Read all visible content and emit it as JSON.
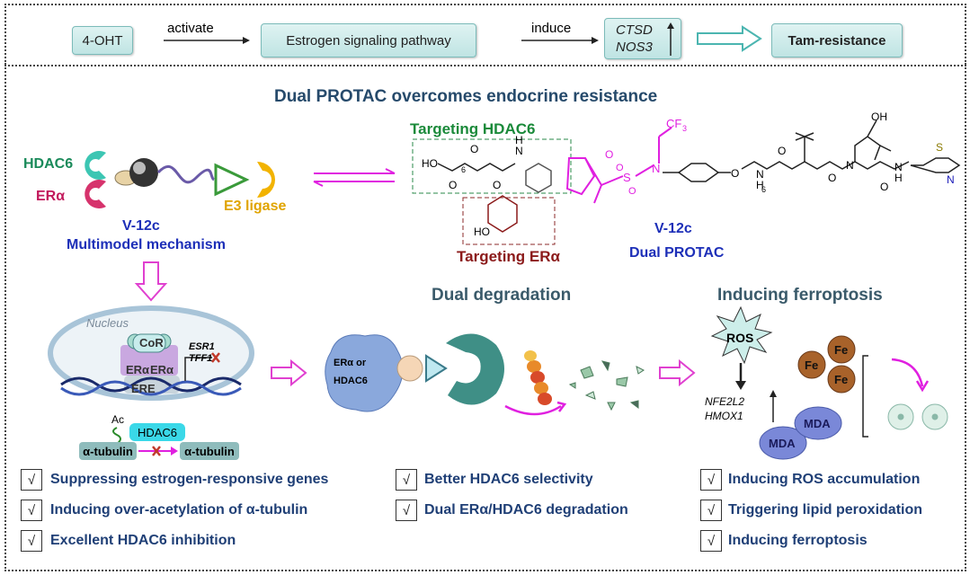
{
  "top_flow": {
    "start": "4-OHT",
    "activate": "activate",
    "pathway": "Estrogen signaling pathway",
    "induce": "induce",
    "genes": [
      "CTSD",
      "NOS3"
    ],
    "result": "Tam-resistance"
  },
  "main_title": "Dual PROTAC overcomes endocrine resistance",
  "mechanism": {
    "hdac6": "HDAC6",
    "era": "ERα",
    "e3": "E3 ligase",
    "compound": "V-12c",
    "subtitle": "Multimodel mechanism"
  },
  "structure": {
    "targeting_hdac6": "Targeting HDAC6",
    "targeting_era": "Targeting ERα",
    "compound": "V-12c",
    "subtitle": "Dual PROTAC"
  },
  "sections": {
    "degradation": "Dual degradation",
    "ferroptosis": "Inducing ferroptosis"
  },
  "nucleus": {
    "label": "Nucleus",
    "cor": "CoR",
    "era": "ERα",
    "ere": "ERE",
    "genes": [
      "ESR1",
      "TFF1"
    ],
    "ac": "Ac",
    "hdac6": "HDAC6",
    "tubulin": "α-tubulin"
  },
  "degradation_target": [
    "ERα or",
    "HDAC6"
  ],
  "ferro": {
    "ros": "ROS",
    "genes": [
      "NFE2L2",
      "HMOX1"
    ],
    "mda": "MDA",
    "fe": "Fe"
  },
  "checks": {
    "mark": "√",
    "col1": [
      "Suppressing estrogen-responsive genes",
      "Inducing over-acetylation of α-tubulin",
      "Excellent HDAC6 inhibition"
    ],
    "col2": [
      "Better HDAC6 selectivity",
      "Dual ERα/HDAC6 degradation"
    ],
    "col3": [
      "Inducing ROS accumulation",
      "Triggering lipid peroxidation",
      "Inducing ferroptosis"
    ]
  }
}
